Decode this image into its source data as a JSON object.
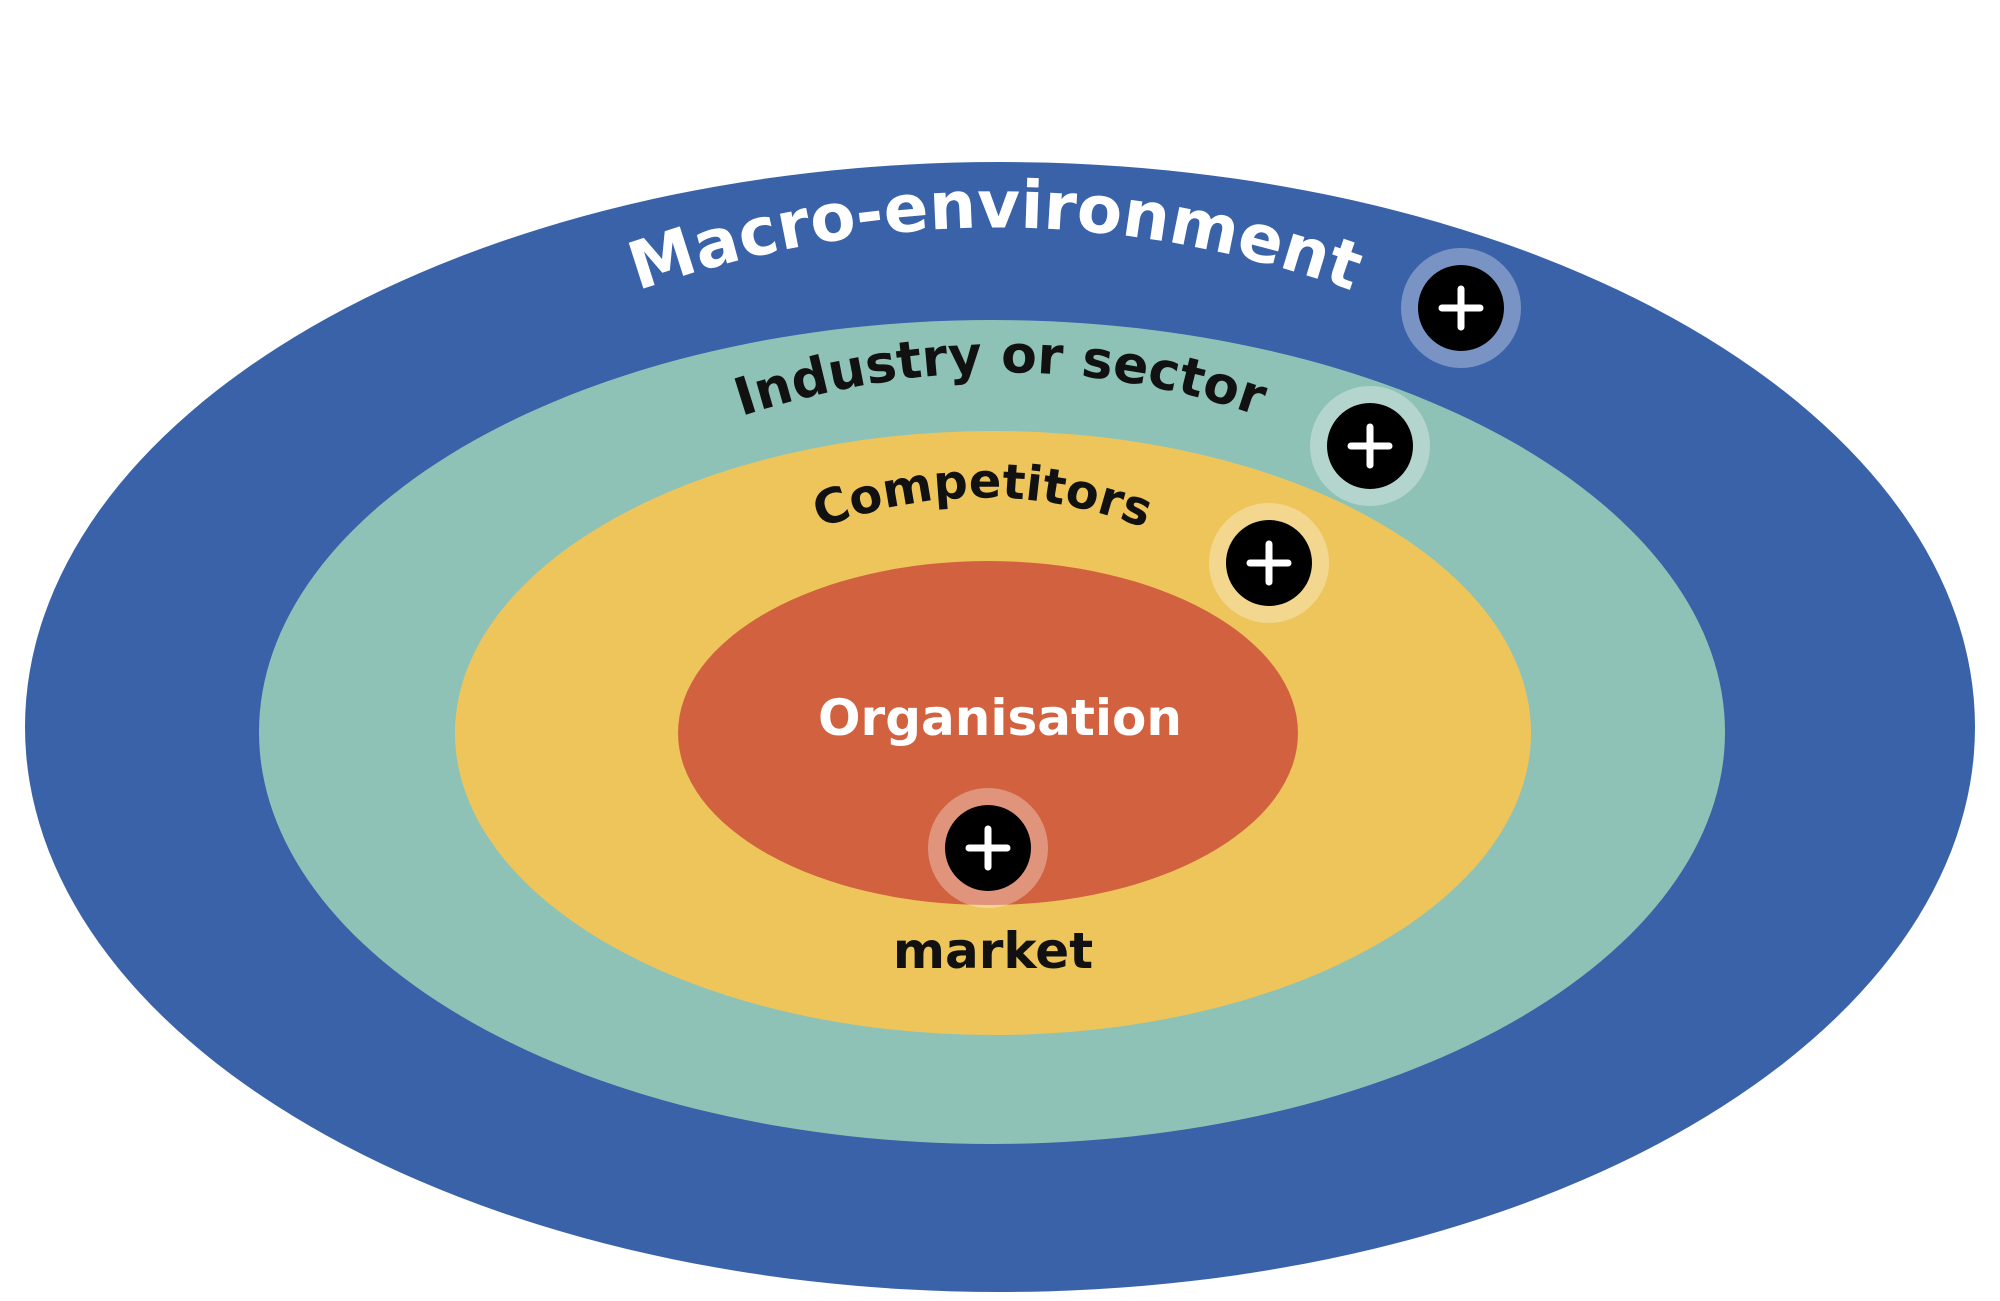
{
  "colors": {
    "background": "#ffffff",
    "macro": "#3a62a8",
    "industry": "#8fc2b6",
    "competitors": "#eec55b",
    "organisation": "#d2623f",
    "label_light": "#ffffff",
    "label_dark": "#111111",
    "plus_button": "#000000"
  },
  "layers": {
    "macro": {
      "label": "Macro-environment"
    },
    "industry": {
      "label": "Industry or sector"
    },
    "competitors": {
      "label": "Competitors"
    },
    "organisation": {
      "label": "Organisation"
    },
    "market": {
      "label": "market"
    }
  },
  "hotspots": [
    {
      "id": "macro",
      "icon": "plus-icon",
      "glyph": "+"
    },
    {
      "id": "industry",
      "icon": "plus-icon",
      "glyph": "+"
    },
    {
      "id": "competitors",
      "icon": "plus-icon",
      "glyph": "+"
    },
    {
      "id": "market",
      "icon": "plus-icon",
      "glyph": "+"
    }
  ]
}
